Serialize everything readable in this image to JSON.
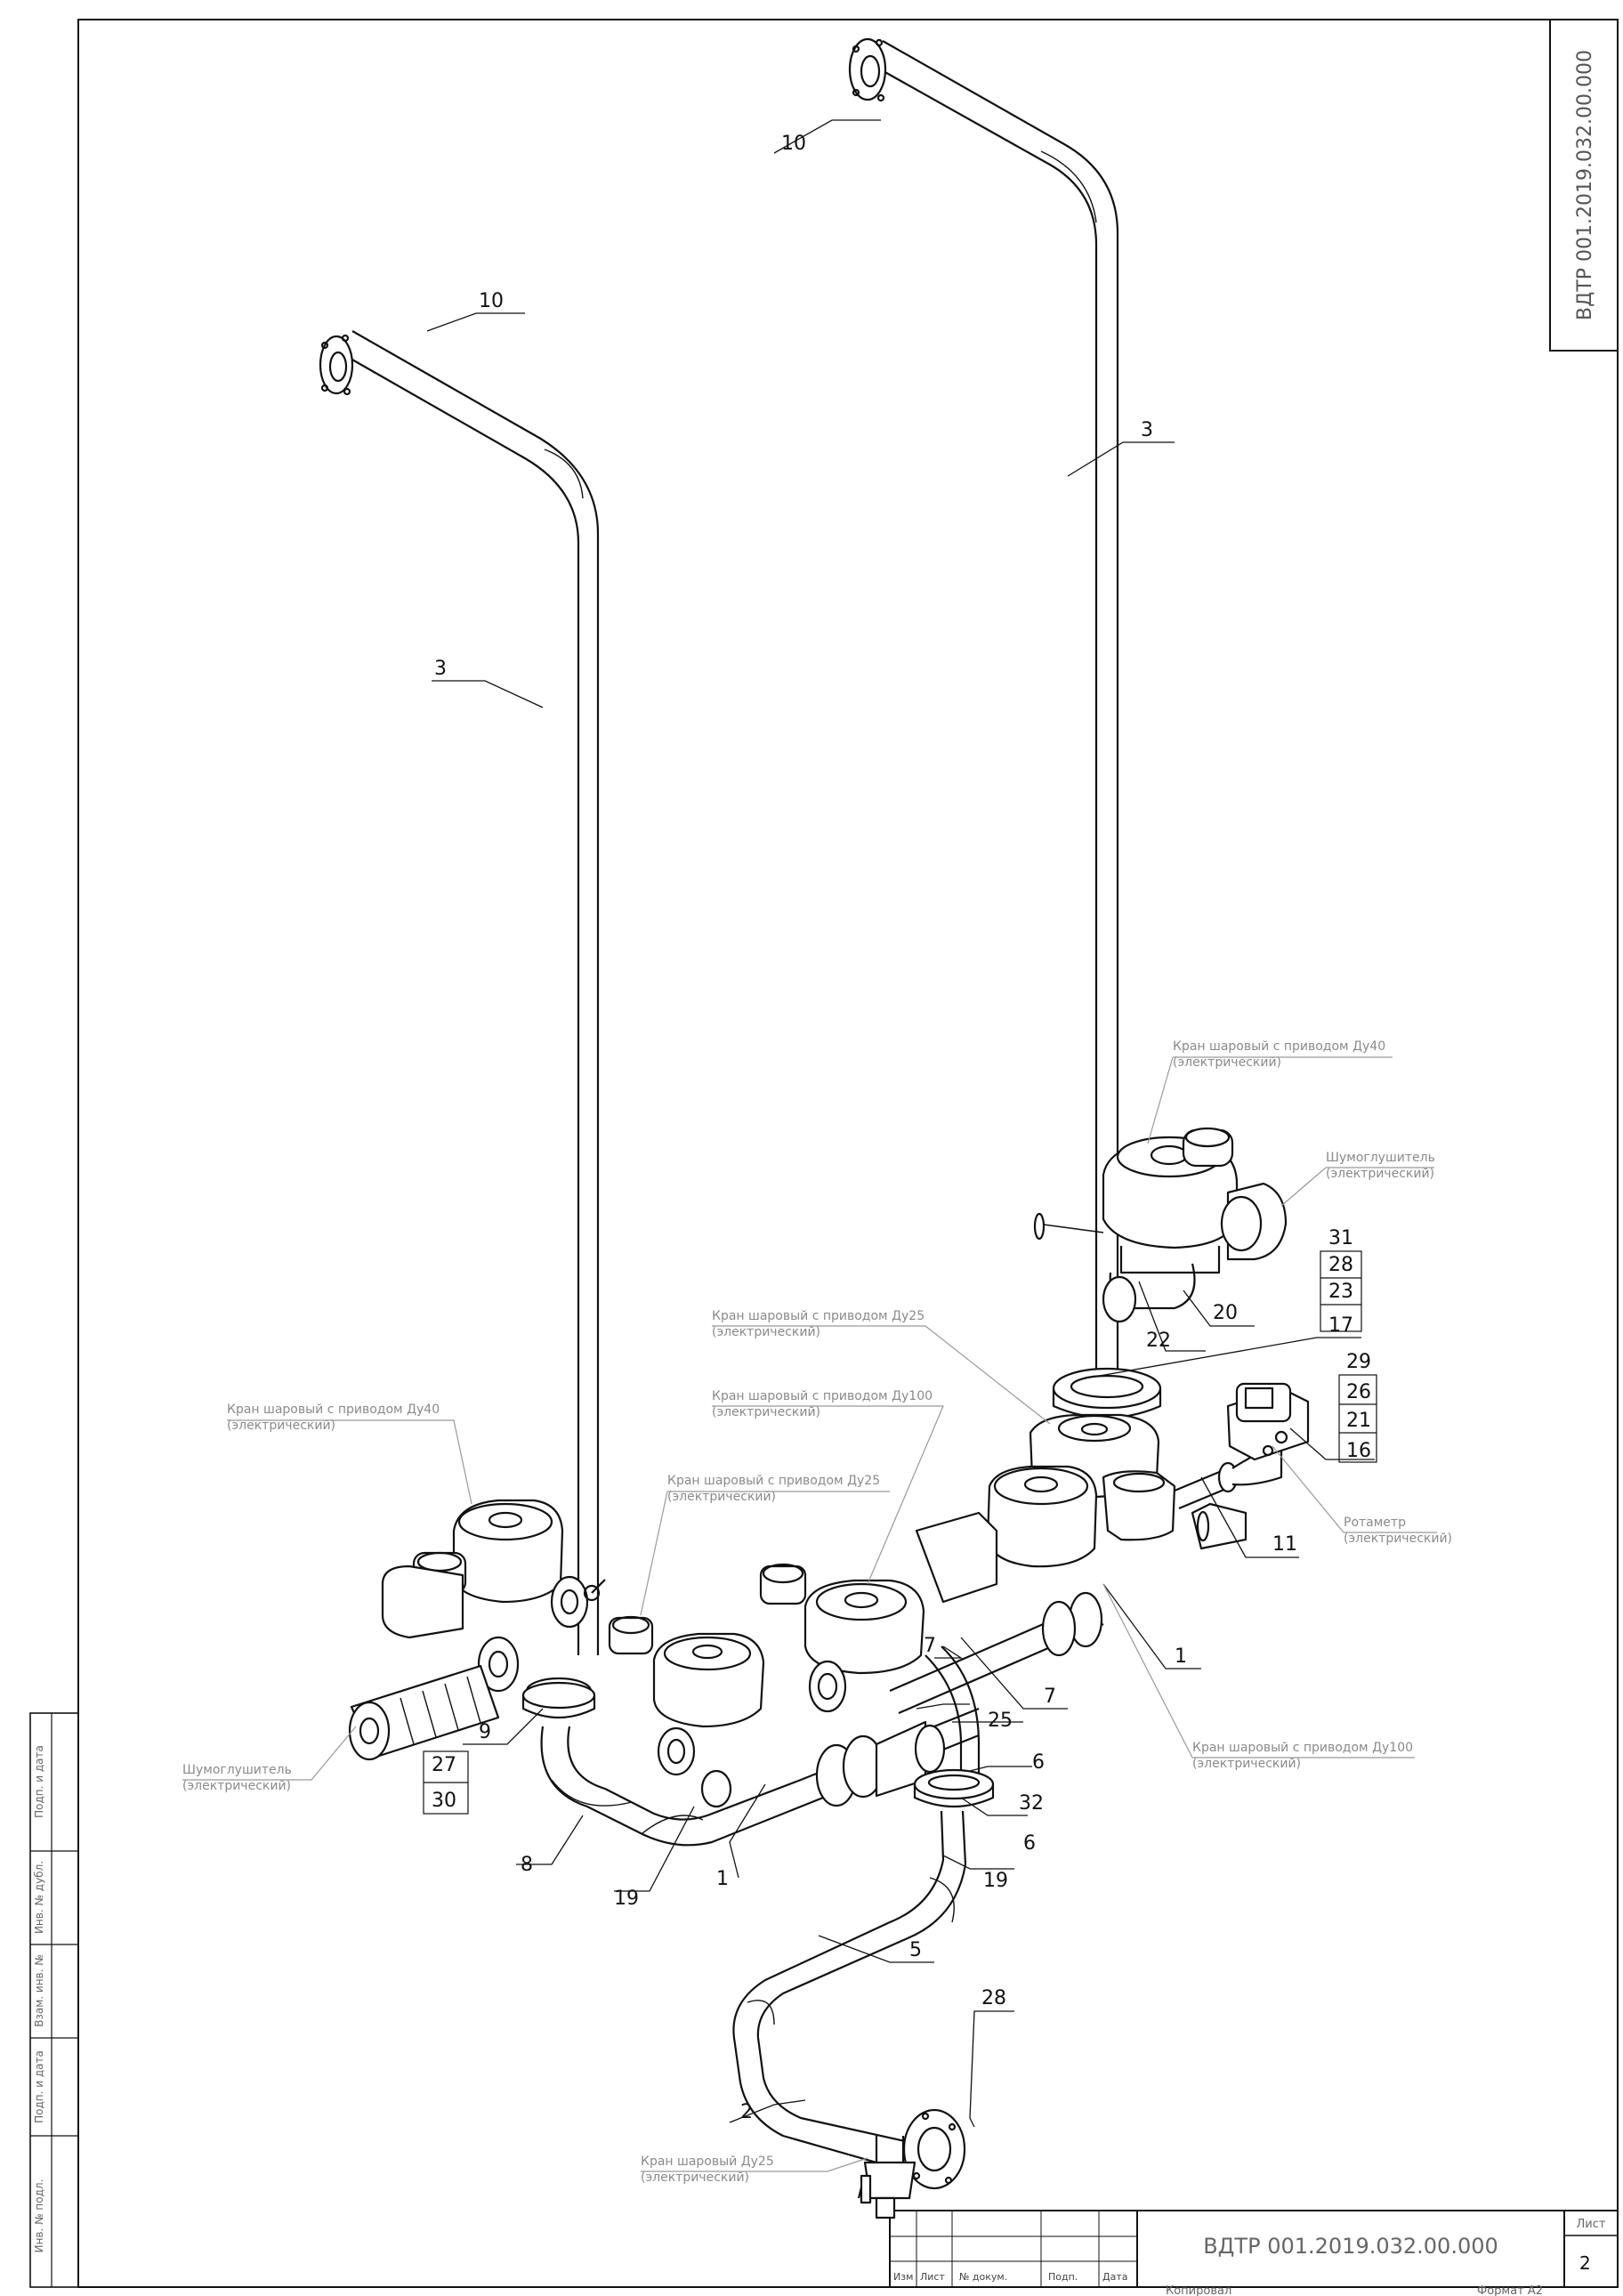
{
  "stamp": {
    "code": "ВДТР 001.2019.032.00.000"
  },
  "title_block": {
    "designation": "ВДТР 001.2019.032.00.000",
    "sheet_label": "Лист",
    "sheet_number": "2",
    "copied": "Копировал",
    "format": "Формат A2",
    "columns": [
      "Изм",
      "Лист",
      "№ докум.",
      "Подп.",
      "Дата"
    ]
  },
  "side_strip": {
    "labels": [
      "Инв. № подл.",
      "Подп. и дата",
      "Взам. инв. №",
      "Инв. № дубл.",
      "Подп. и дата"
    ]
  },
  "positions": [
    "10",
    "10",
    "3",
    "3",
    "31",
    "28",
    "23",
    "17",
    "20",
    "22",
    "29",
    "26",
    "21",
    "16",
    "11",
    "1",
    "7",
    "7",
    "25",
    "6",
    "32",
    "6",
    "19",
    "19",
    "9",
    "27",
    "30",
    "8",
    "1",
    "5",
    "28",
    "2"
  ],
  "notes": [
    {
      "line1": "Кран шаровый с приводом Ду40",
      "line2": "(электрический)"
    },
    {
      "line1": "Шумоглушитель",
      "line2": "(электрический)"
    },
    {
      "line1": "Кран шаровый с приводом Ду25",
      "line2": "(электрический)"
    },
    {
      "line1": "Кран шаровый с приводом Ду100",
      "line2": "(электрический)"
    },
    {
      "line1": "Кран шаровый с приводом Ду40",
      "line2": "(электрический)"
    },
    {
      "line1": "Кран шаровый с приводом Ду25",
      "line2": "(электрический)"
    },
    {
      "line1": "Ротаметр",
      "line2": "(электрический)"
    },
    {
      "line1": "Кран шаровый с приводом Ду100",
      "line2": "(электрический)"
    },
    {
      "line1": "Шумоглушитель",
      "line2": "(электрический)"
    },
    {
      "line1": "Кран шаровый Ду25",
      "line2": "(электрический)"
    }
  ]
}
